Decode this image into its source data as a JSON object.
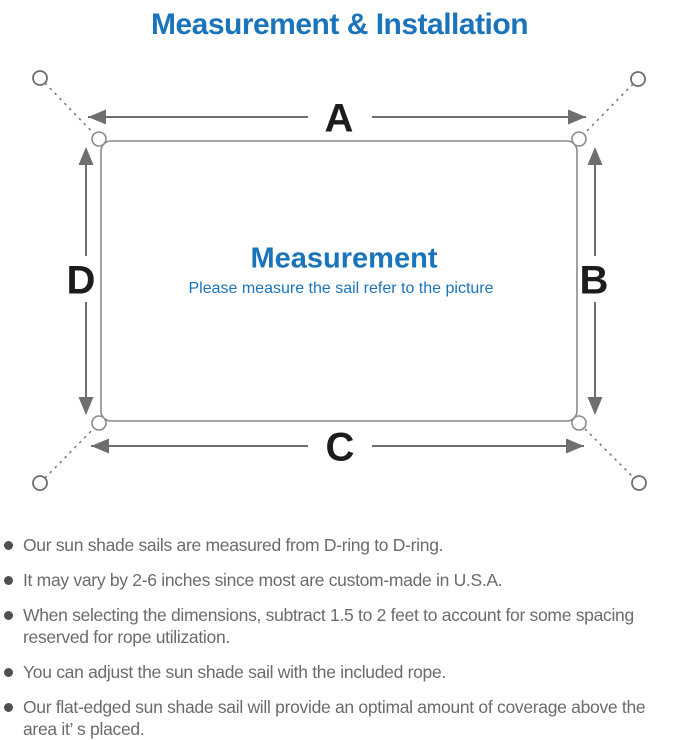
{
  "page": {
    "title": "Measurement & Installation"
  },
  "diagram": {
    "center_title": "Measurement",
    "center_subtitle": "Please measure the sail refer to the picture",
    "edge_labels": {
      "top": "A",
      "right": "B",
      "bottom": "C",
      "left": "D"
    },
    "colors": {
      "accent_blue": "#1a74bc",
      "line_gray": "#7a7a7a",
      "label_black": "#1c1c1c",
      "note_gray": "#6b6b6b"
    }
  },
  "notes": [
    "Our sun shade sails are measured from D-ring to D-ring.",
    "It may vary by 2-6 inches since most are custom-made in U.S.A.",
    "When selecting the dimensions, subtract 1.5 to 2 feet to account for some spacing reserved for rope utilization.",
    "You can adjust the sun shade sail with the included rope.",
    "Our flat-edged sun shade sail will provide an optimal amount of coverage above the area it’ s placed."
  ]
}
